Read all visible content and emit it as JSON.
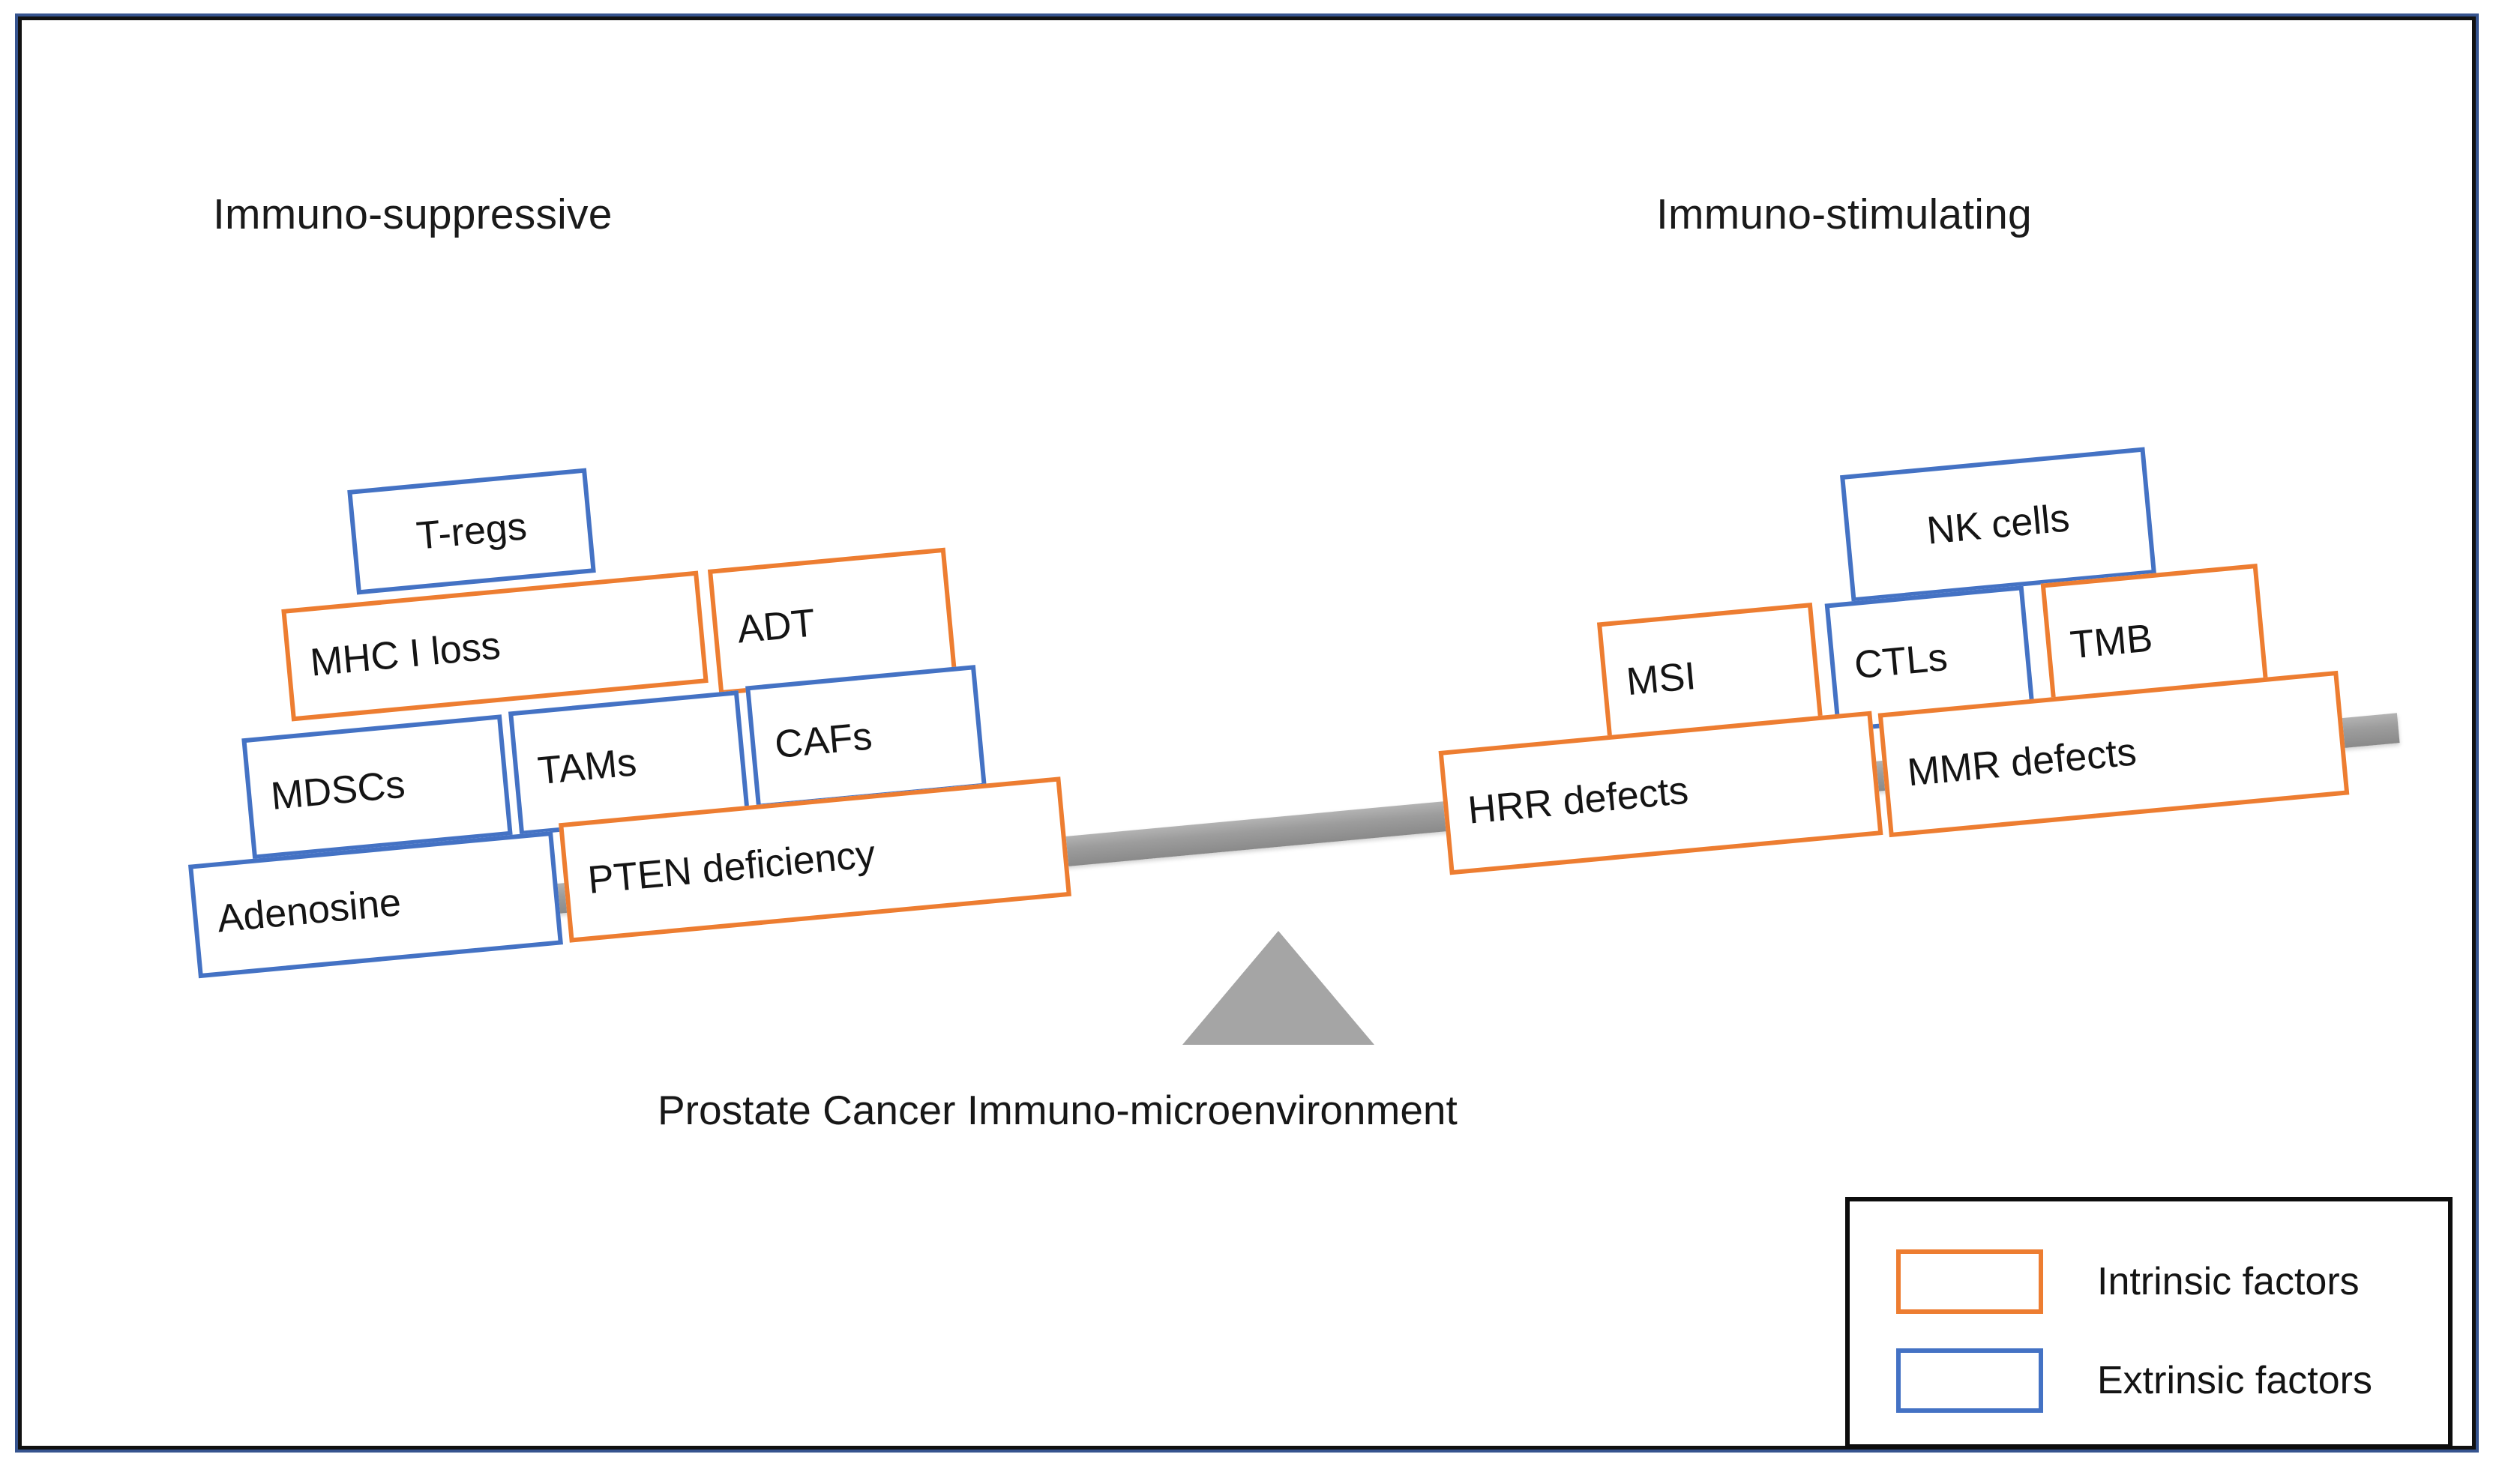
{
  "headers": {
    "left": "Immuno-suppressive",
    "right": "Immuno-stimulating"
  },
  "caption": "Prostate Cancer Immuno-microenvironment",
  "colors": {
    "intrinsic": "#ED7D31",
    "extrinsic": "#4472C4",
    "beam": "#a5a5a5",
    "fulcrum": "#a5a5a5",
    "frame": "#111111",
    "frame_outer": "#36548f"
  },
  "left_side": {
    "title": "Immuno-suppressive",
    "boxes": [
      {
        "label": "T-regs",
        "type": "extrinsic"
      },
      {
        "label": "MHC I loss",
        "type": "intrinsic"
      },
      {
        "label": "ADT",
        "type": "intrinsic"
      },
      {
        "label": "MDSCs",
        "type": "extrinsic"
      },
      {
        "label": "TAMs",
        "type": "extrinsic"
      },
      {
        "label": "CAFs",
        "type": "extrinsic"
      },
      {
        "label": "Adenosine",
        "type": "extrinsic"
      },
      {
        "label": "PTEN deficiency",
        "type": "intrinsic"
      }
    ]
  },
  "right_side": {
    "title": "Immuno-stimulating",
    "boxes": [
      {
        "label": "NK cells",
        "type": "extrinsic"
      },
      {
        "label": "MSI",
        "type": "intrinsic"
      },
      {
        "label": "CTLs",
        "type": "extrinsic"
      },
      {
        "label": "TMB",
        "type": "intrinsic"
      },
      {
        "label": "HRR defects",
        "type": "intrinsic"
      },
      {
        "label": "MMR defects",
        "type": "intrinsic"
      }
    ]
  },
  "legend": {
    "items": [
      {
        "label": "Intrinsic factors",
        "type": "intrinsic"
      },
      {
        "label": "Extrinsic factors",
        "type": "extrinsic"
      }
    ]
  }
}
